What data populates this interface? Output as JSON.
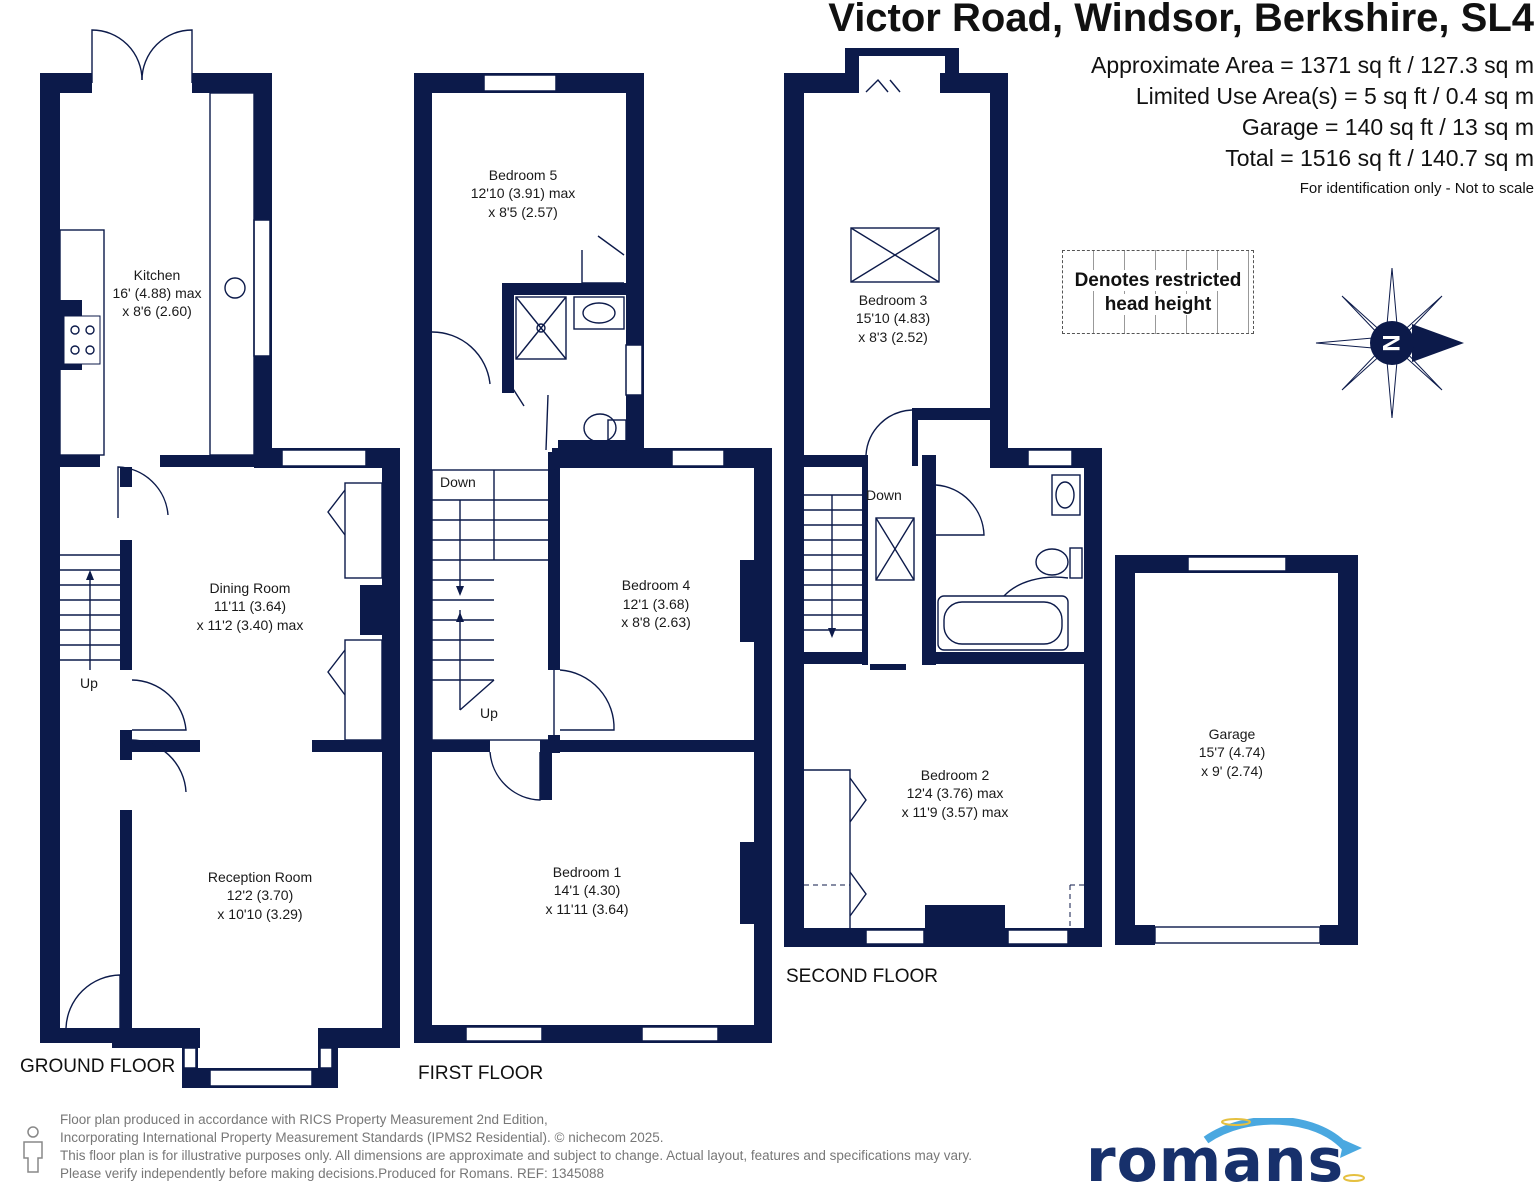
{
  "title": "Victor Road, Windsor, Berkshire, SL4",
  "areas": {
    "approx": "Approximate Area = 1371 sq ft / 127.3 sq m",
    "limited": "Limited Use Area(s) = 5 sq ft / 0.4 sq m",
    "garage": "Garage = 140 sq ft / 13 sq m",
    "total": "Total = 1516 sq ft / 140.7 sq m",
    "note": "For identification only - Not to scale"
  },
  "restricted_note": [
    "Denotes restricted",
    "head height"
  ],
  "compass": {
    "letter": "N",
    "icon": "north-arrow-icon"
  },
  "floors": {
    "ground": "GROUND FLOOR",
    "first": "FIRST FLOOR",
    "second": "SECOND FLOOR"
  },
  "rooms": {
    "kitchen": [
      "Kitchen",
      "16' (4.88) max",
      "x 8'6 (2.60)"
    ],
    "dining": [
      "Dining Room",
      "11'11 (3.64)",
      "x 11'2 (3.40) max"
    ],
    "reception": [
      "Reception Room",
      "12'2 (3.70)",
      "x 10'10 (3.29)"
    ],
    "bedroom5": [
      "Bedroom 5",
      "12'10 (3.91) max",
      "x 8'5 (2.57)"
    ],
    "bedroom4": [
      "Bedroom 4",
      "12'1 (3.68)",
      "x 8'8 (2.63)"
    ],
    "bedroom1": [
      "Bedroom 1",
      "14'1 (4.30)",
      "x 11'11 (3.64)"
    ],
    "bedroom3": [
      "Bedroom 3",
      "15'10 (4.83)",
      "x 8'3 (2.52)"
    ],
    "bedroom2": [
      "Bedroom 2",
      "12'4 (3.76) max",
      "x 11'9 (3.57) max"
    ],
    "garage": [
      "Garage",
      "15'7 (4.74)",
      "x 9' (2.74)"
    ]
  },
  "stairs": {
    "up": "Up",
    "down": "Down"
  },
  "footer": [
    "Floor plan produced in accordance with RICS Property Measurement 2nd Edition,",
    "Incorporating International Property Measurement Standards (IPMS2 Residential).   © nichecom 2025.",
    "This floor plan is for illustrative purposes only. All dimensions are approximate and subject to change. Actual layout, features and specifications may vary.",
    "Please verify independently before making decisions.Produced for Romans.   REF:  1345088"
  ],
  "logo": "romans",
  "colors": {
    "walls": "#0c1a4a",
    "logo": "#17306b",
    "logo_swoosh": "#4aa8e0"
  }
}
